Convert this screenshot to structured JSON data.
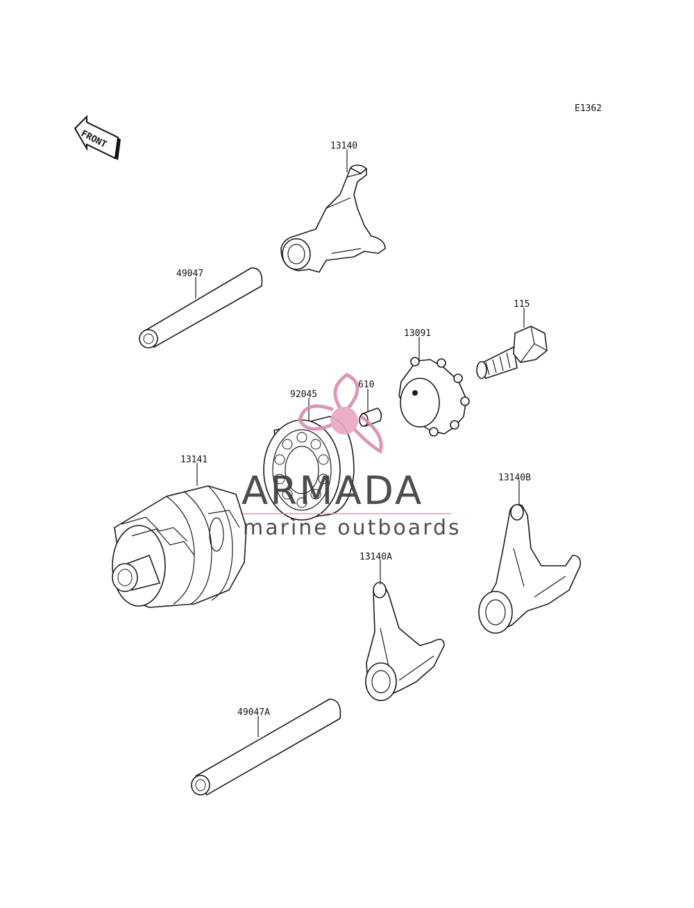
{
  "diagram": {
    "code": "E1362",
    "front_label": "FRONT",
    "parts": [
      {
        "id": "p-13140",
        "label": "13140"
      },
      {
        "id": "p-49047",
        "label": "49047"
      },
      {
        "id": "p-115",
        "label": "115"
      },
      {
        "id": "p-13091",
        "label": "13091"
      },
      {
        "id": "p-610",
        "label": "610"
      },
      {
        "id": "p-92045",
        "label": "92045"
      },
      {
        "id": "p-13141",
        "label": "13141"
      },
      {
        "id": "p-13140B",
        "label": "13140B"
      },
      {
        "id": "p-13140A",
        "label": "13140A"
      },
      {
        "id": "p-49047A",
        "label": "49047A"
      }
    ]
  },
  "watermark": {
    "title": "ARMADA",
    "subtitle": "marine outboards",
    "accent_color": "#d98cb0",
    "icon": "propeller-icon"
  }
}
